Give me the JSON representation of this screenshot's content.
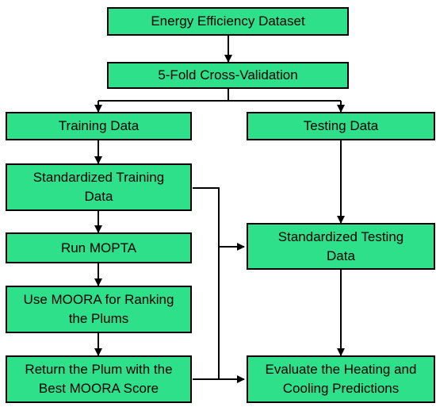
{
  "colors": {
    "box_fill": "#2fe08a",
    "box_border": "#000000",
    "line": "#000000"
  },
  "nodes": {
    "dataset": "Energy Efficiency Dataset",
    "cv": "5-Fold Cross-Validation",
    "training": "Training Data",
    "testing": "Testing Data",
    "std_training": "Standardized Training Data",
    "run_mopta": "Run MOPTA",
    "std_testing": "Standardized Testing Data",
    "use_moora": "Use MOORA for Ranking the Plums",
    "return_plum": "Return the Plum with the Best MOORA Score",
    "evaluate": "Evaluate the Heating and Cooling Predictions"
  }
}
